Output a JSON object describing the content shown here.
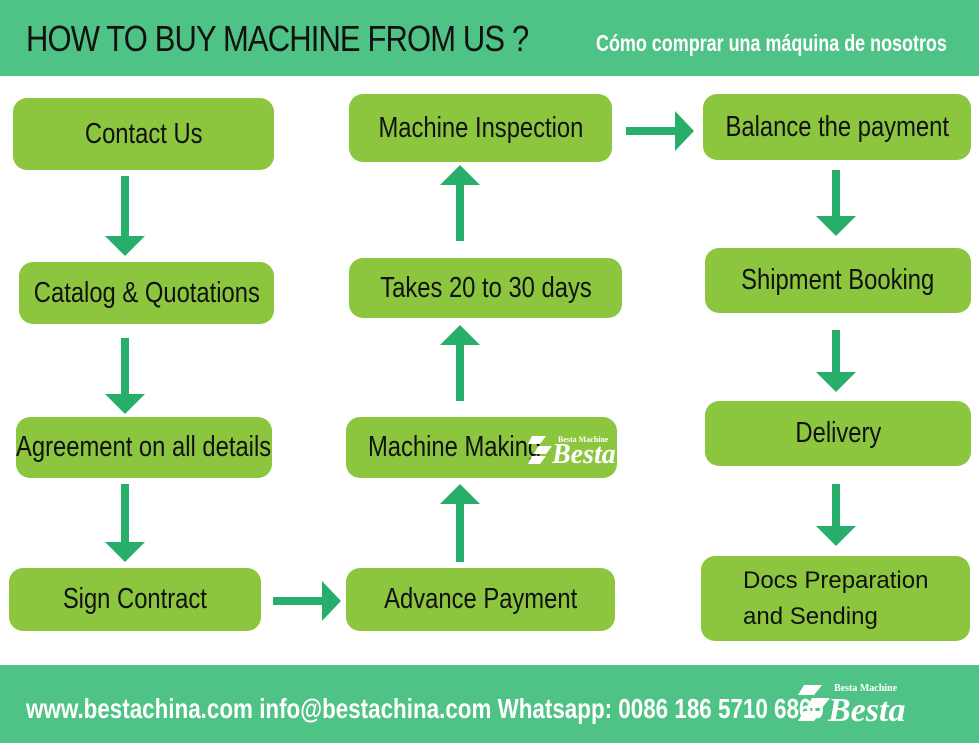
{
  "header": {
    "title": "HOW TO BUY MACHINE FROM US ?",
    "subtitle": "Cómo comprar una máquina de nosotros"
  },
  "steps": {
    "contact_us": "Contact Us",
    "catalog": "Catalog & Quotations",
    "agreement": "Agreement on all details",
    "sign_contract": "Sign Contract",
    "advance_payment": "Advance Payment",
    "machine_making": "Machine Making",
    "takes_days": "Takes 20 to 30 days",
    "machine_inspection": "Machine Inspection",
    "balance_payment": "Balance the payment",
    "shipment_booking": "Shipment Booking",
    "delivery": "Delivery",
    "docs_line1": "Docs Preparation",
    "docs_line2": "and Sending"
  },
  "logo": {
    "small_text": "Besta Machine",
    "big_text": "Besta"
  },
  "footer": {
    "contact": "www.bestachina.com info@bestachina.com Whatsapp: 0086 186 5710 6860"
  },
  "colors": {
    "band_green": "#4ec385",
    "box_green": "#8cc63f",
    "arrow_green": "#27ae6b"
  }
}
